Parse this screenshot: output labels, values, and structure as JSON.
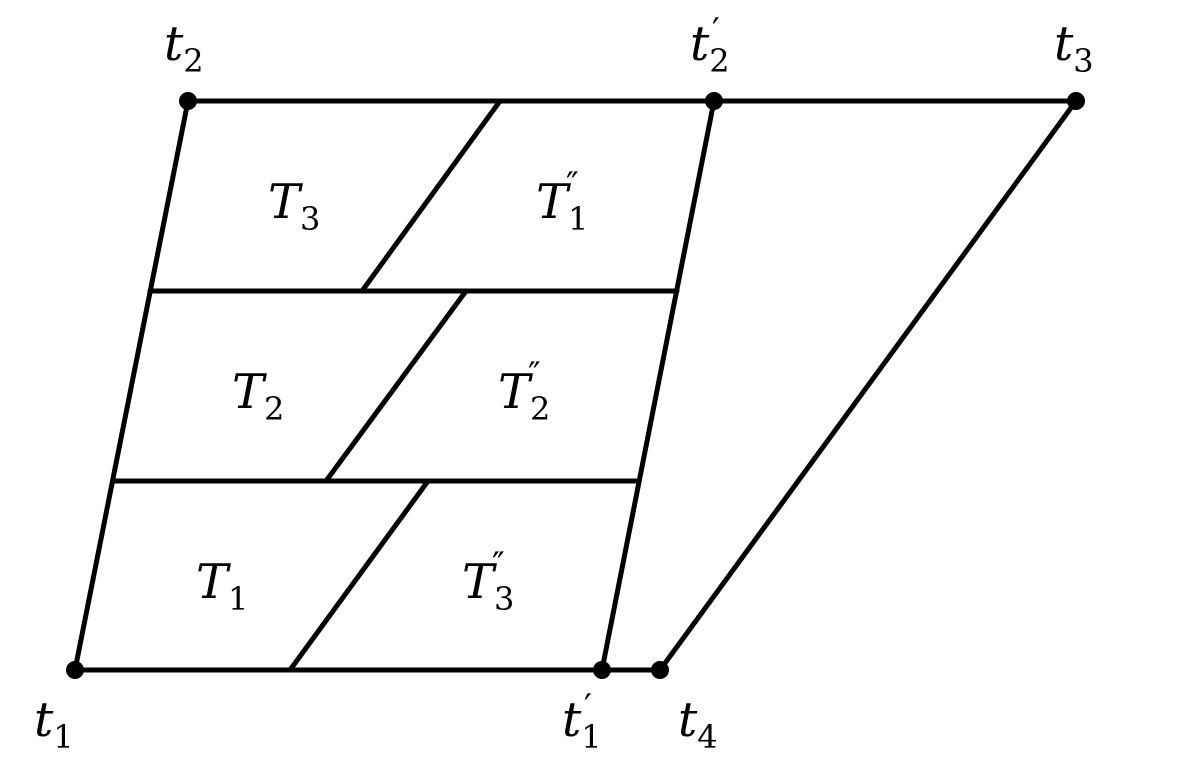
{
  "diagram": {
    "vertices": {
      "t1": {
        "base": "t",
        "sub": "1",
        "prime": ""
      },
      "t2": {
        "base": "t",
        "sub": "2",
        "prime": ""
      },
      "t3": {
        "base": "t",
        "sub": "3",
        "prime": ""
      },
      "t4": {
        "base": "t",
        "sub": "4",
        "prime": ""
      },
      "t1p": {
        "base": "t",
        "sub": "1",
        "prime": "′"
      },
      "t2p": {
        "base": "t",
        "sub": "2",
        "prime": "′"
      }
    },
    "regions": {
      "T1": {
        "base": "T",
        "sub": "1",
        "prime": ""
      },
      "T2": {
        "base": "T",
        "sub": "2",
        "prime": ""
      },
      "T3": {
        "base": "T",
        "sub": "3",
        "prime": ""
      },
      "T1pp": {
        "base": "T",
        "sub": "1",
        "prime": "″"
      },
      "T2pp": {
        "base": "T",
        "sub": "2",
        "prime": "″"
      },
      "T3pp": {
        "base": "T",
        "sub": "3",
        "prime": "″"
      }
    },
    "colors": {
      "stroke": "#000000",
      "background": "#ffffff"
    }
  }
}
